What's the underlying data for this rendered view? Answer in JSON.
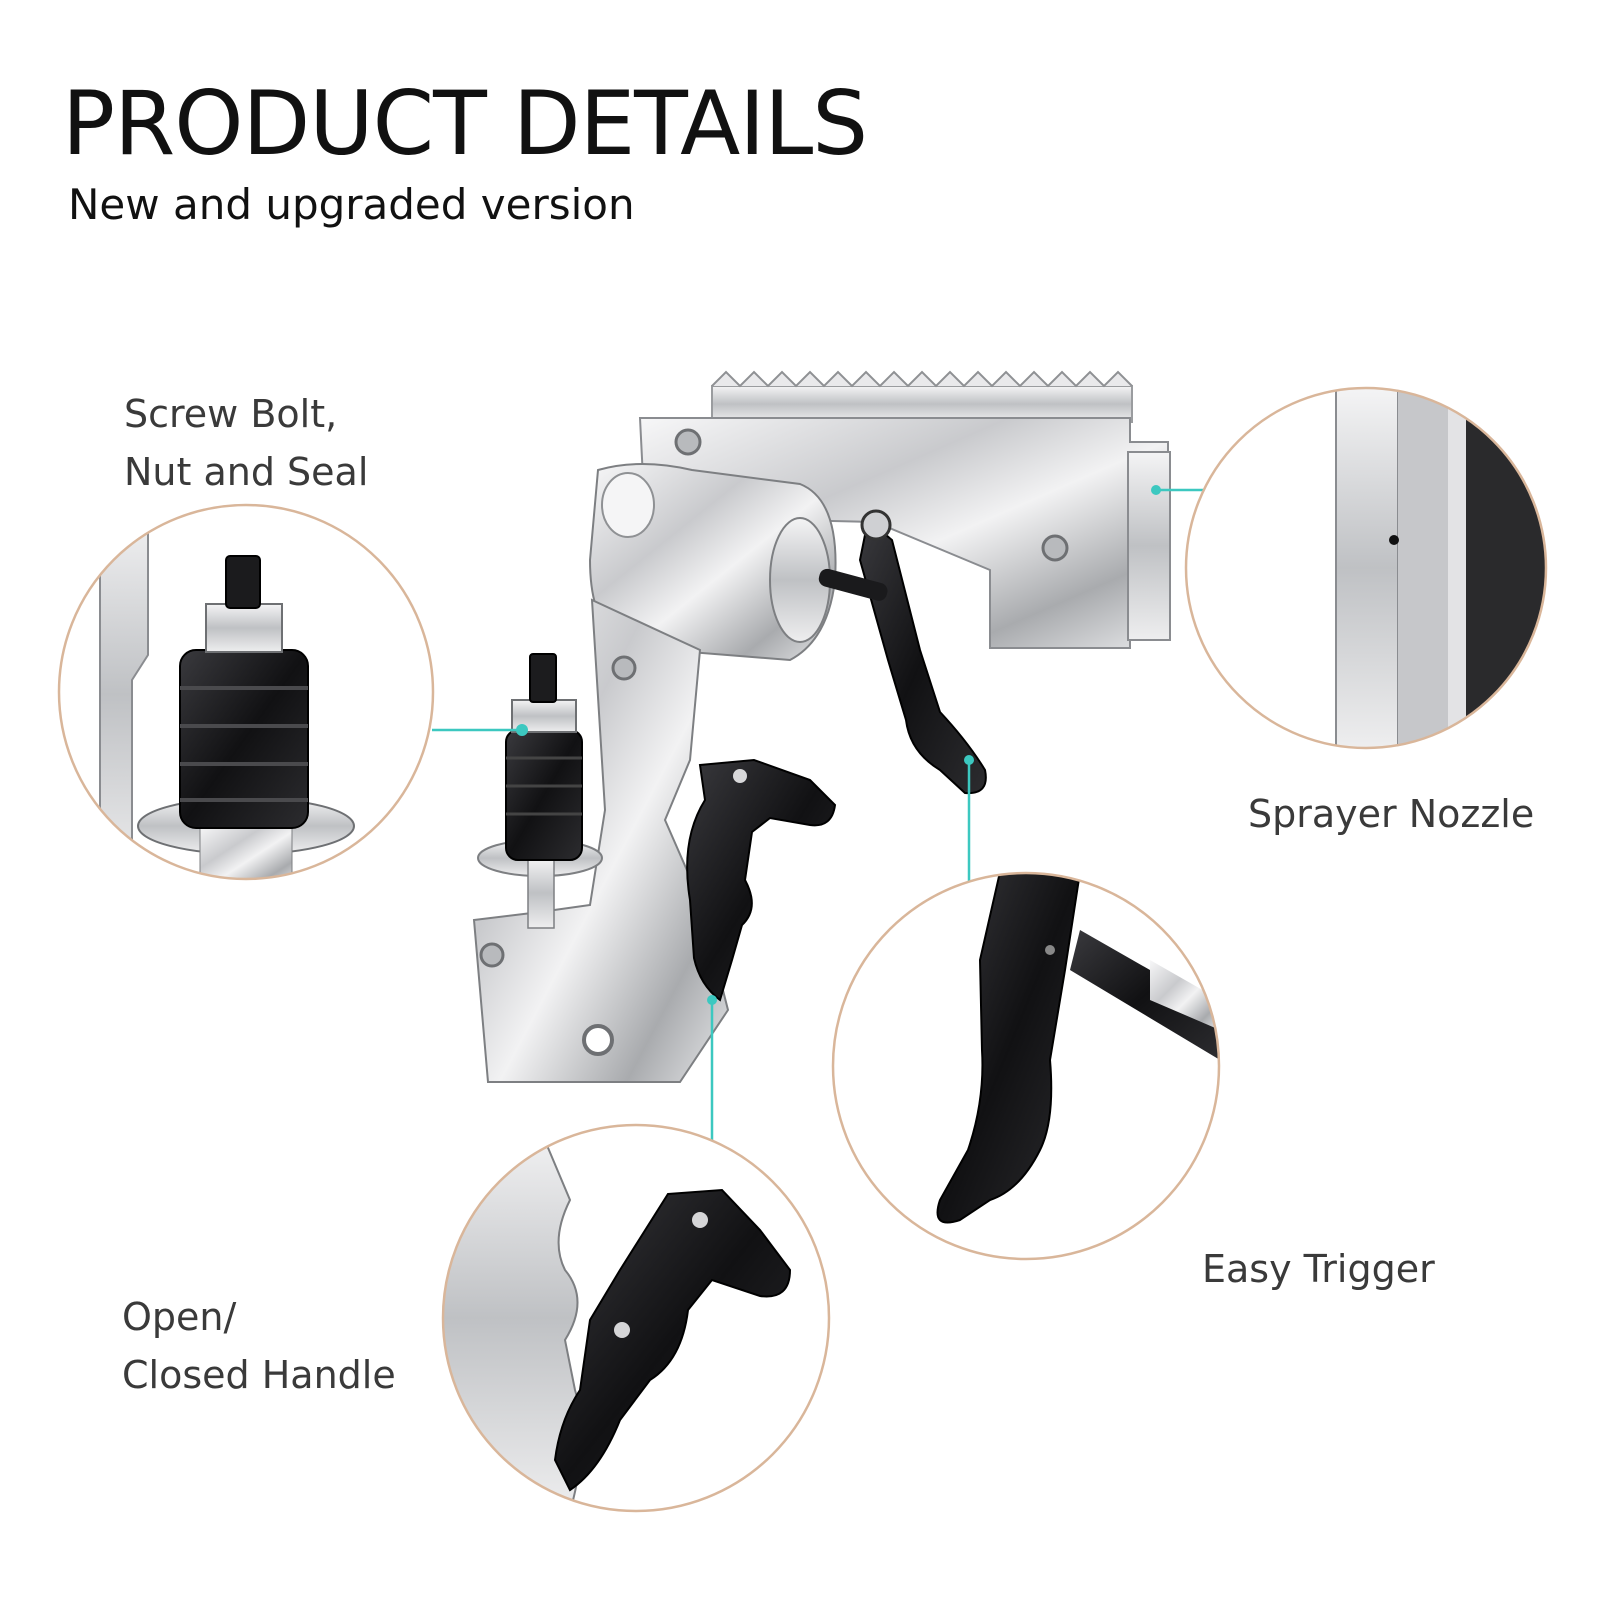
{
  "header": {
    "title": "PRODUCT DETAILS",
    "subtitle": "New and upgraded version"
  },
  "features": {
    "screw_bolt": {
      "line1": "Screw Bolt,",
      "line2": "Nut and Seal"
    },
    "sprayer_nozzle": {
      "label": "Sprayer Nozzle"
    },
    "easy_trigger": {
      "label": "Easy Trigger"
    },
    "handle": {
      "line1": "Open/",
      "line2": "Closed Handle"
    }
  },
  "colors": {
    "accent_line": "#3cc8c0",
    "circle_border": "#d9b69a",
    "chrome": "#dcdde0",
    "black_part": "#1b1b1d"
  },
  "icons": [
    "screw-bolt-icon",
    "sprayer-nozzle-icon",
    "trigger-icon",
    "handle-icon"
  ]
}
